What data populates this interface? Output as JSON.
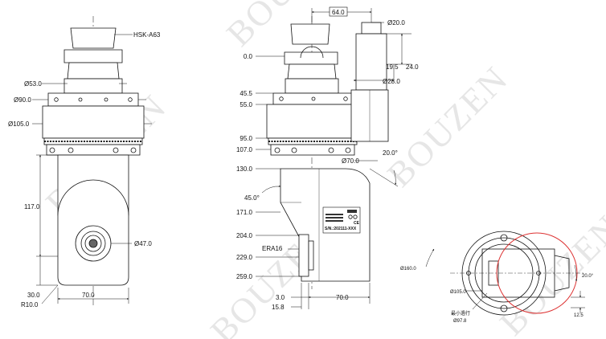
{
  "watermark": "BOUZEN",
  "front_view": {
    "dims": {
      "hsk": "HSK-A63",
      "d53": "Ø53.0",
      "d90": "Ø90.0",
      "d105": "Ø105.0",
      "h117": "117.0",
      "d47": "Ø47.0",
      "h30": "30.0",
      "r10": "R10.0",
      "w70": "70.0"
    }
  },
  "side_view": {
    "dims": {
      "w64": "64.0",
      "d20": "Ø20.0",
      "v19_5": "19.5",
      "v24": "24.0",
      "d28": "Ø28.0",
      "d70": "Ø70.0",
      "a20": "20.0°",
      "a45": "45.0°",
      "era": "ERA16",
      "h3": "3.0",
      "h15_8": "15.8",
      "w70": "70.0"
    },
    "levels": [
      "0.0",
      "45.5",
      "55.0",
      "95.0",
      "107.0",
      "130.0",
      "171.0",
      "204.0",
      "229.0",
      "259.0"
    ],
    "nameplate": {
      "sn": "S/N.:202111-XXX",
      "ce": "CE"
    }
  },
  "top_view": {
    "dims": {
      "d160": "Ø160.0",
      "d105": "Ø105.0",
      "min_label": "最小過行",
      "d97_8": "Ø97.8",
      "a20": "20.0°",
      "v12_5": "12.5"
    }
  }
}
